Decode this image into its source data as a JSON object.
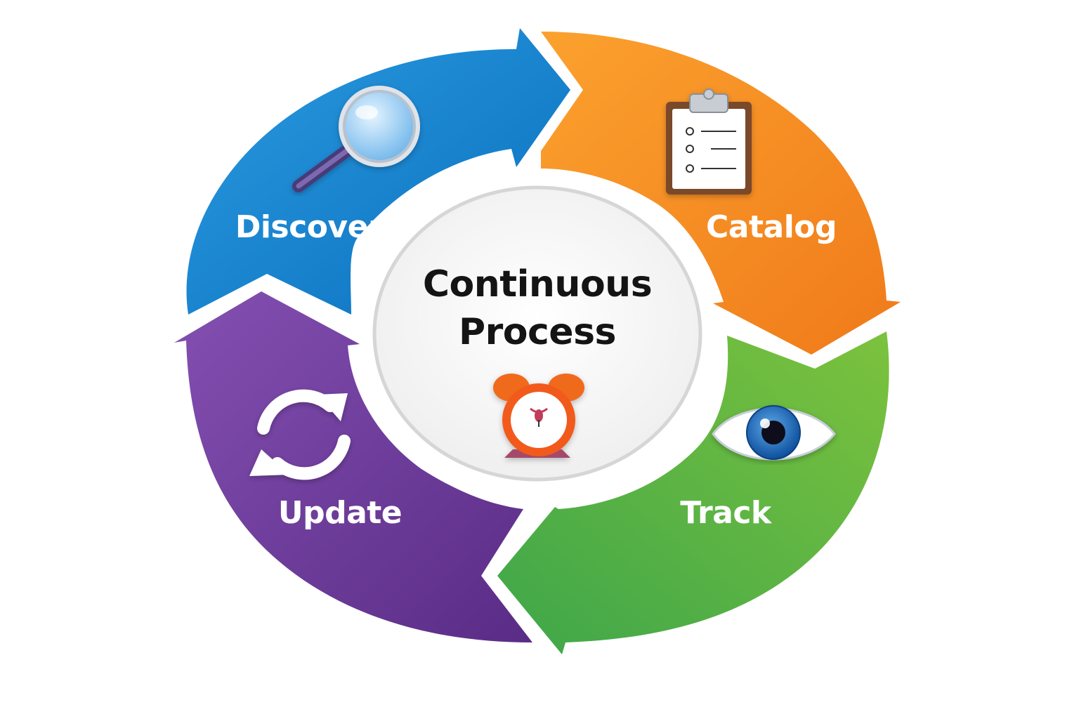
{
  "center": {
    "title_line1": "Continuous",
    "title_line2": "Process",
    "icon": "alarm-clock-icon"
  },
  "segments": [
    {
      "id": "discover",
      "label": "Discover",
      "icon": "magnifying-glass-icon",
      "color": "#1a8ad4",
      "label_color": "#ffffff"
    },
    {
      "id": "catalog",
      "label": "Catalog",
      "icon": "clipboard-checklist-icon",
      "color": "#f7921e",
      "label_color": "#ffffff"
    },
    {
      "id": "track",
      "label": "Track",
      "icon": "eye-icon",
      "color": "#5cb537",
      "label_color": "#ffffff"
    },
    {
      "id": "update",
      "label": "Update",
      "icon": "refresh-arrows-icon",
      "color": "#6f3ca0",
      "label_color": "#ffffff"
    }
  ]
}
